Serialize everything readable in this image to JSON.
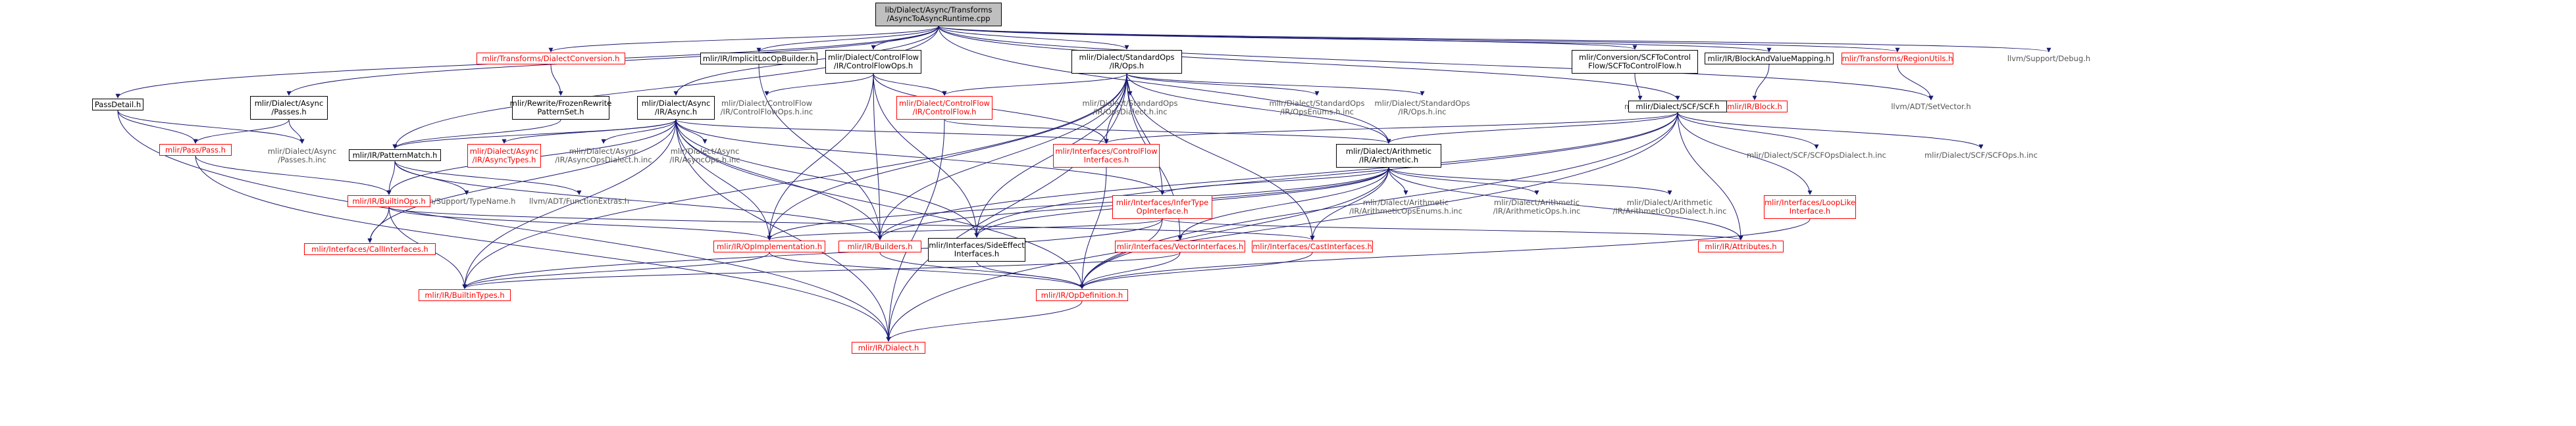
{
  "colors": {
    "edge": "#191970",
    "edge_red": "#ff0000",
    "missing_border": "#ff0000",
    "root_fill": "#bfbfbf"
  },
  "nodes": {
    "root": [
      "lib/Dialect/Async/Transforms",
      "/AsyncToAsyncRuntime.cpp"
    ],
    "passdetail": [
      "PassDetail.h"
    ],
    "async_passes": [
      "mlir/Dialect/Async",
      "/Passes.h"
    ],
    "mlir_pass": [
      "mlir/Pass/Pass.h"
    ],
    "async_passes_inc": [
      "mlir/Dialect/Async",
      "/Passes.h.inc"
    ],
    "transforms_dialectconversion": [
      "mlir/Transforms/DialectConversion.h"
    ],
    "frozen_rewrite": [
      "mlir/Rewrite/FrozenRewrite",
      "PatternSet.h"
    ],
    "implicit_loc": [
      "mlir/IR/ImplicitLocOpBuilder.h"
    ],
    "cf_ops": [
      "mlir/Dialect/ControlFlow",
      "/IR/ControlFlowOps.h"
    ],
    "cf_ops_inc": [
      "mlir/Dialect/ControlFlow",
      "/IR/ControlFlowOps.h.inc"
    ],
    "cf_h": [
      "mlir/Dialect/ControlFlow",
      "/IR/ControlFlow.h"
    ],
    "async_ir": [
      "mlir/Dialect/Async",
      "/IR/Async.h"
    ],
    "pattern_match": [
      "mlir/IR/PatternMatch.h"
    ],
    "async_types": [
      "mlir/Dialect/Async",
      "/IR/AsyncTypes.h"
    ],
    "async_ops_dialect_inc": [
      "mlir/Dialect/Async",
      "/IR/AsyncOpsDialect.h.inc"
    ],
    "async_ops_inc": [
      "mlir/Dialect/Async",
      "/IR/AsyncOps.h.inc"
    ],
    "type_name": [
      "llvm/Support/TypeName.h"
    ],
    "function_extras": [
      "llvm/ADT/FunctionExtras.h"
    ],
    "builtin_ops": [
      "mlir/IR/BuiltinOps.h"
    ],
    "call_interfaces": [
      "mlir/Interfaces/CallInterfaces.h"
    ],
    "std_ops": [
      "mlir/Dialect/StandardOps",
      "/IR/Ops.h"
    ],
    "std_dialect_inc": [
      "mlir/Dialect/StandardOps",
      "/IR/OpsDialect.h.inc"
    ],
    "std_enums_inc": [
      "mlir/Dialect/StandardOps",
      "/IR/OpsEnums.h.inc"
    ],
    "std_ops_inc": [
      "mlir/Dialect/StandardOps",
      "/IR/Ops.h.inc"
    ],
    "cf_interfaces": [
      "mlir/Interfaces/ControlFlow",
      "Interfaces.h"
    ],
    "infer_type": [
      "mlir/Interfaces/InferType",
      "OpInterface.h"
    ],
    "op_implementation": [
      "mlir/IR/OpImplementation.h"
    ],
    "builders": [
      "mlir/IR/Builders.h"
    ],
    "side_effect": [
      "mlir/Interfaces/SideEffect",
      "Interfaces.h"
    ],
    "builtin_types": [
      "mlir/IR/BuiltinTypes.h"
    ],
    "op_definition": [
      "mlir/IR/OpDefinition.h"
    ],
    "dialect_h": [
      "mlir/IR/Dialect.h"
    ],
    "vector_interfaces": [
      "mlir/Interfaces/VectorInterfaces.h"
    ],
    "cast_interfaces": [
      "mlir/Interfaces/CastInterfaces.h"
    ],
    "arith": [
      "mlir/Dialect/Arithmetic",
      "/IR/Arithmetic.h"
    ],
    "arith_enums_inc": [
      "mlir/Dialect/Arithmetic",
      "/IR/ArithmeticOpsEnums.h.inc"
    ],
    "arith_ops_inc": [
      "mlir/Dialect/Arithmetic",
      "/IR/ArithmeticOps.h.inc"
    ],
    "arith_dialect_inc": [
      "mlir/Dialect/Arithmetic",
      "/IR/ArithmeticOpsDialect.h.inc"
    ],
    "attributes": [
      "mlir/IR/Attributes.h"
    ],
    "scf_control_flow": [
      "mlir/Conversion/SCFToControl",
      "Flow/SCFToControlFlow.h"
    ],
    "memory": [
      "memory"
    ],
    "block_value_mapping": [
      "mlir/IR/BlockAndValueMapping.h"
    ],
    "block_h": [
      "mlir/IR/Block.h"
    ],
    "region_utils": [
      "mlir/Transforms/RegionUtils.h"
    ],
    "setvector": [
      "llvm/ADT/SetVector.h"
    ],
    "debug_h": [
      "llvm/Support/Debug.h"
    ],
    "scf_h": [
      "mlir/Dialect/SCF/SCF.h"
    ],
    "scf_dialect_inc": [
      "mlir/Dialect/SCF/SCFOpsDialect.h.inc"
    ],
    "scf_ops_inc": [
      "mlir/Dialect/SCF/SCFOps.h.inc"
    ],
    "loop_like": [
      "mlir/Interfaces/LoopLike",
      "Interface.h"
    ]
  }
}
